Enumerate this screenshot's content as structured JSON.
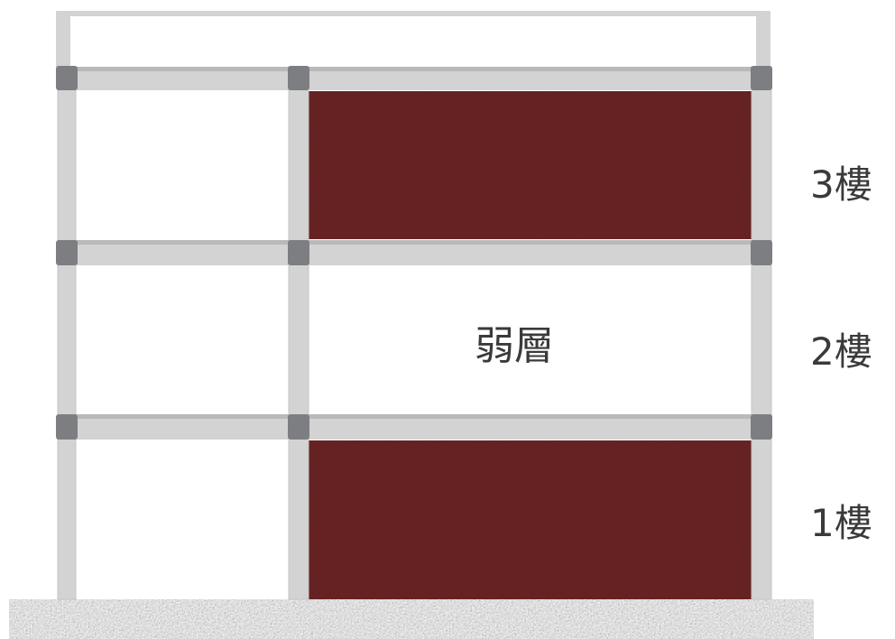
{
  "labels": {
    "floor_3": "3樓",
    "floor_2": "2樓",
    "floor_1": "1樓",
    "weak_story": "弱層"
  },
  "colors": {
    "frame": "#d3d3d3",
    "frame_edge": "#b9b9b9",
    "joint": "#7d7e82",
    "wall_fill": "#6a2323",
    "ground": "#5a5a5a",
    "text": "#3a3a3a"
  },
  "structure": {
    "stories": 3,
    "infill_walls": [
      "floor_1",
      "floor_3"
    ],
    "open_story": "floor_2"
  }
}
